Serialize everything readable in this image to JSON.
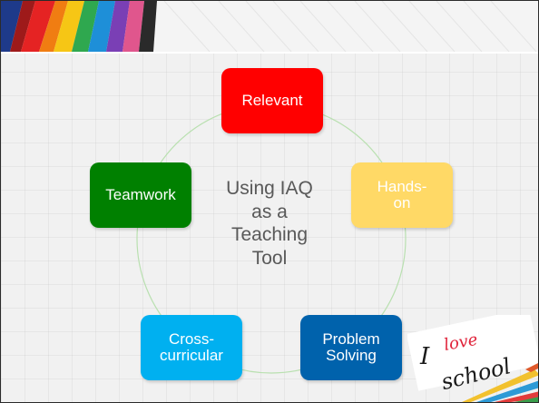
{
  "center_title": [
    "Using IAQ",
    "as a",
    "Teaching",
    "Tool"
  ],
  "nodes": [
    {
      "id": "relevant",
      "lines": [
        "Relevant"
      ],
      "color": "#ff0000"
    },
    {
      "id": "hands-on",
      "lines": [
        "Hands-",
        "on"
      ],
      "color": "#ffd966"
    },
    {
      "id": "problem-solving",
      "lines": [
        "Problem",
        "Solving"
      ],
      "color": "#0062ac"
    },
    {
      "id": "cross-curricular",
      "lines": [
        "Cross-",
        "curricular"
      ],
      "color": "#00b0f0"
    },
    {
      "id": "teamwork",
      "lines": [
        "Teamwork"
      ],
      "color": "#008000"
    }
  ],
  "decoration": {
    "handwriting_1": "I",
    "handwriting_2": "love",
    "handwriting_3": "school"
  }
}
